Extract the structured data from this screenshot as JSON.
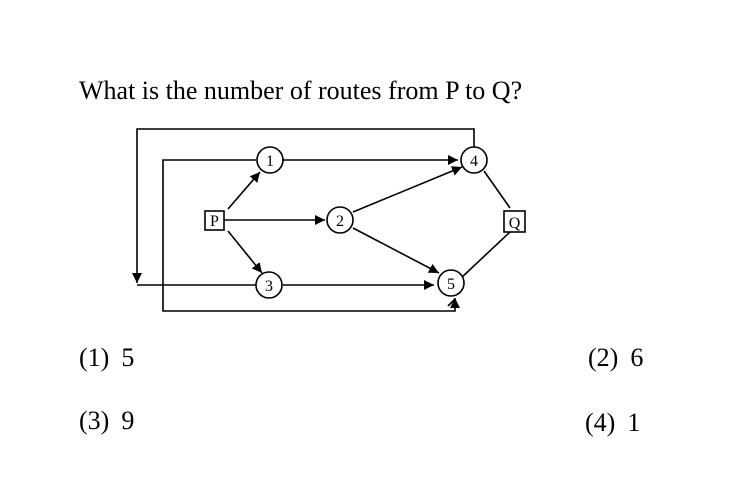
{
  "question": "What is the number of routes from P to Q?",
  "diagram": {
    "nodes": {
      "P": "P",
      "n1": "1",
      "n2": "2",
      "n3": "3",
      "n4": "4",
      "n5": "5",
      "Q": "Q"
    },
    "edges": [
      [
        "P",
        "1"
      ],
      [
        "P",
        "2"
      ],
      [
        "P",
        "3"
      ],
      [
        "1",
        "4"
      ],
      [
        "2",
        "4"
      ],
      [
        "2",
        "5"
      ],
      [
        "3",
        "5"
      ],
      [
        "4",
        "Q"
      ],
      [
        "5",
        "Q"
      ],
      [
        "4",
        "3"
      ],
      [
        "1",
        "5"
      ]
    ]
  },
  "options": [
    {
      "num": "(1)",
      "value": "5"
    },
    {
      "num": "(2)",
      "value": "6"
    },
    {
      "num": "(3)",
      "value": "9"
    },
    {
      "num": "(4)",
      "value": "1"
    }
  ]
}
